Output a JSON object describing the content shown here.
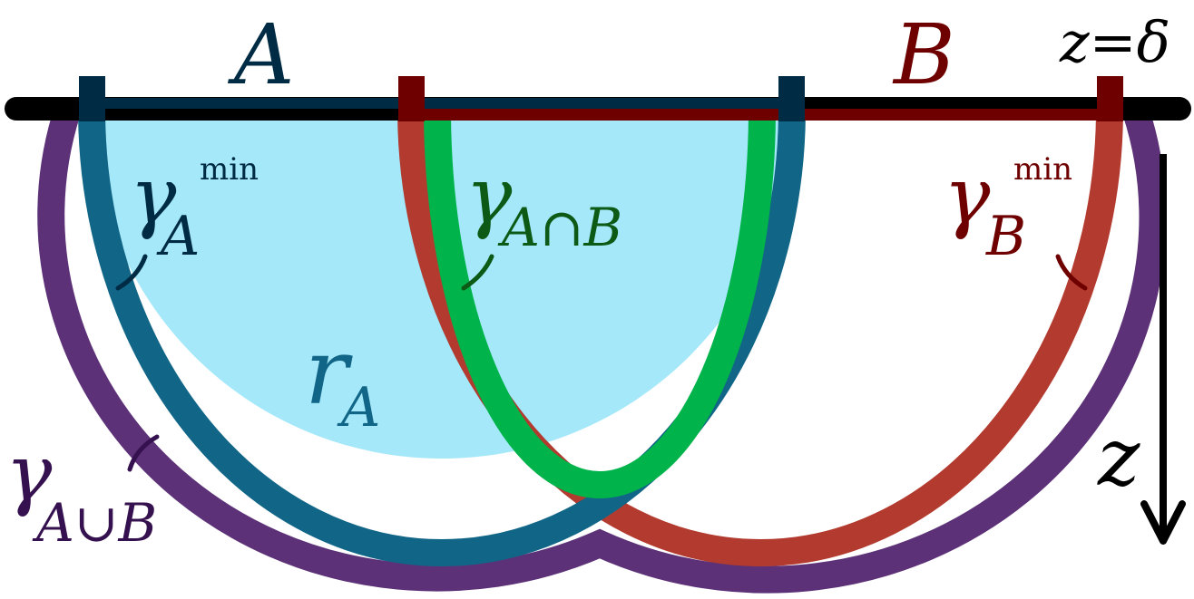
{
  "labels": {
    "region_a": "A",
    "region_b": "B",
    "boundary": "z=δ",
    "axis_z": "z",
    "gamma": "γ",
    "sub_a": "A",
    "sub_b": "B",
    "sub_a_cap_b": "A∩B",
    "sub_a_cup_b": "A∪B",
    "sup_min": "min",
    "r": "r",
    "r_sub": "A"
  },
  "colors": {
    "boundary_line": "#000000",
    "interval_a": "#002b45",
    "interval_b": "#6e0000",
    "gamma_a_min": "#116687",
    "gamma_b_min": "#b23a2e",
    "gamma_a_cap_b": "#00b34a",
    "gamma_a_cup_b": "#5c3177",
    "region_r_a": "#a5e8fa",
    "label_a": "#002b45",
    "label_b": "#6e0000",
    "label_r_a": "#116687",
    "label_cap": "#0c5a16",
    "label_cup": "#35124f"
  }
}
